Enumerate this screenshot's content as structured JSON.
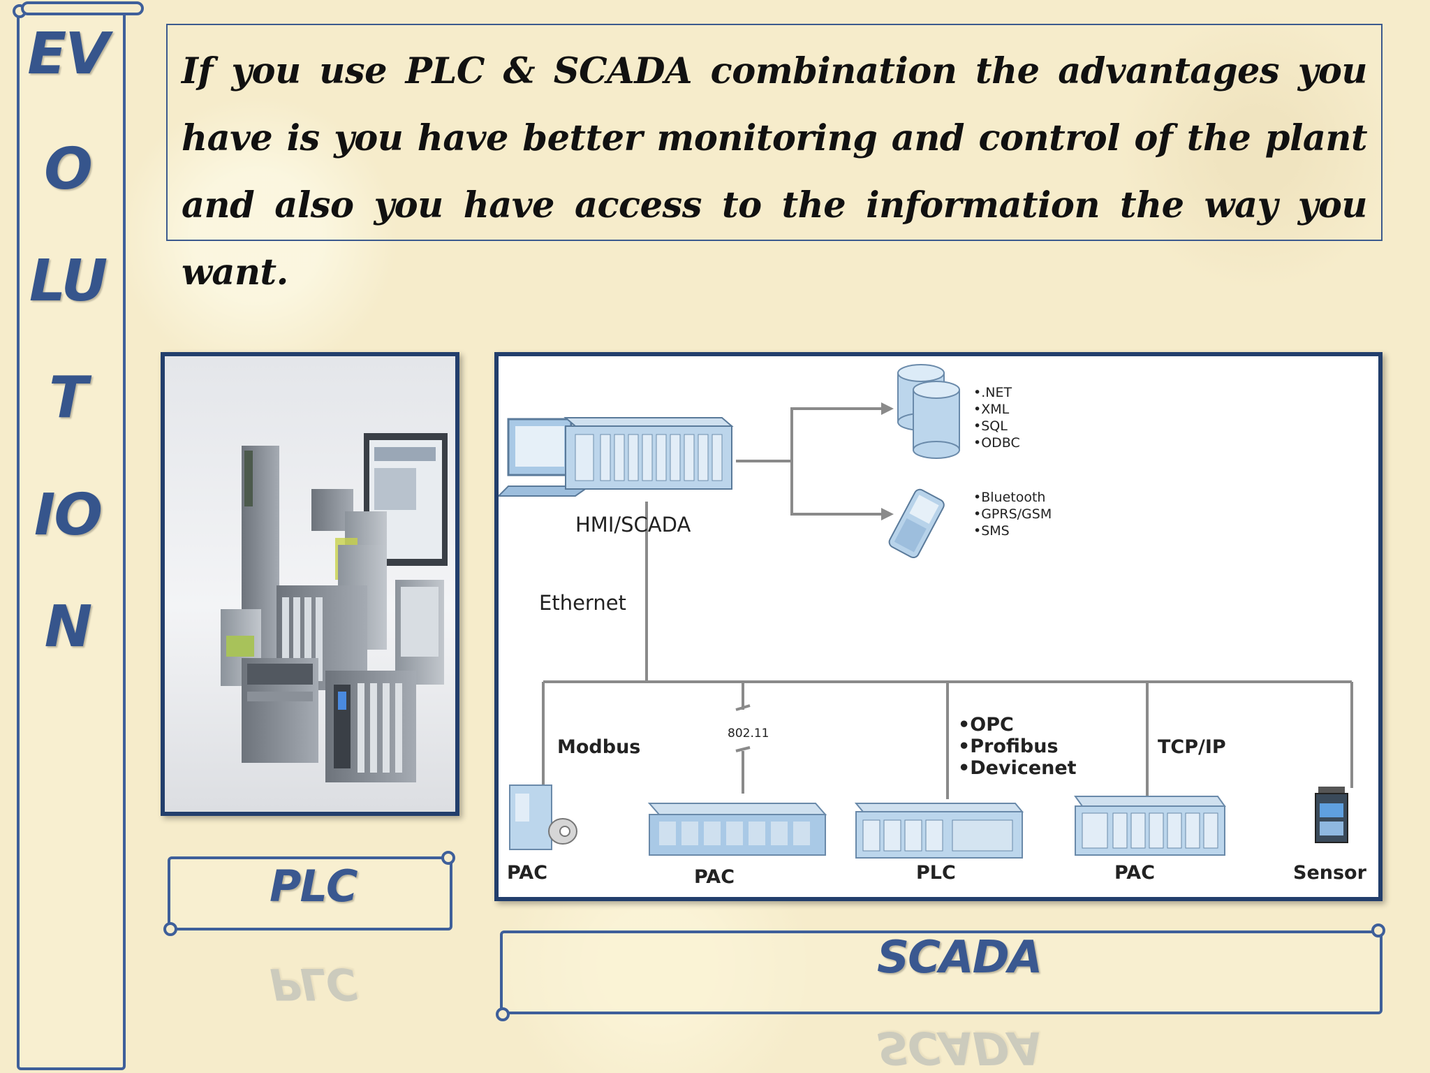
{
  "side_banner": {
    "letters": [
      "EV",
      "O",
      "LU",
      "T",
      "IO",
      "N"
    ]
  },
  "quote": "If you use PLC & SCADA combination the advantages you have is you have better monitoring and control of the plant and also you have access to the information the way you want.",
  "plc_caption": "PLC",
  "scada_caption": "SCADA",
  "diagram": {
    "hmi_label": "HMI/SCADA",
    "ethernet_label": "Ethernet",
    "database_items": [
      "•.NET",
      "•XML",
      "•SQL",
      "•ODBC"
    ],
    "mobile_items": [
      "•Bluetooth",
      "•GPRS/GSM",
      "•SMS"
    ],
    "protocols": {
      "modbus": "Modbus",
      "wifi": "802.11",
      "fieldbus": [
        "•OPC",
        "•Profibus",
        "•Devicenet"
      ],
      "tcpip": "TCP/IP"
    },
    "devices": [
      "PAC",
      "PAC",
      "PLC",
      "PAC",
      "Sensor"
    ]
  },
  "colors": {
    "accent": "#3a5890",
    "frame": "#223e6c",
    "background": "#f6eccb"
  }
}
